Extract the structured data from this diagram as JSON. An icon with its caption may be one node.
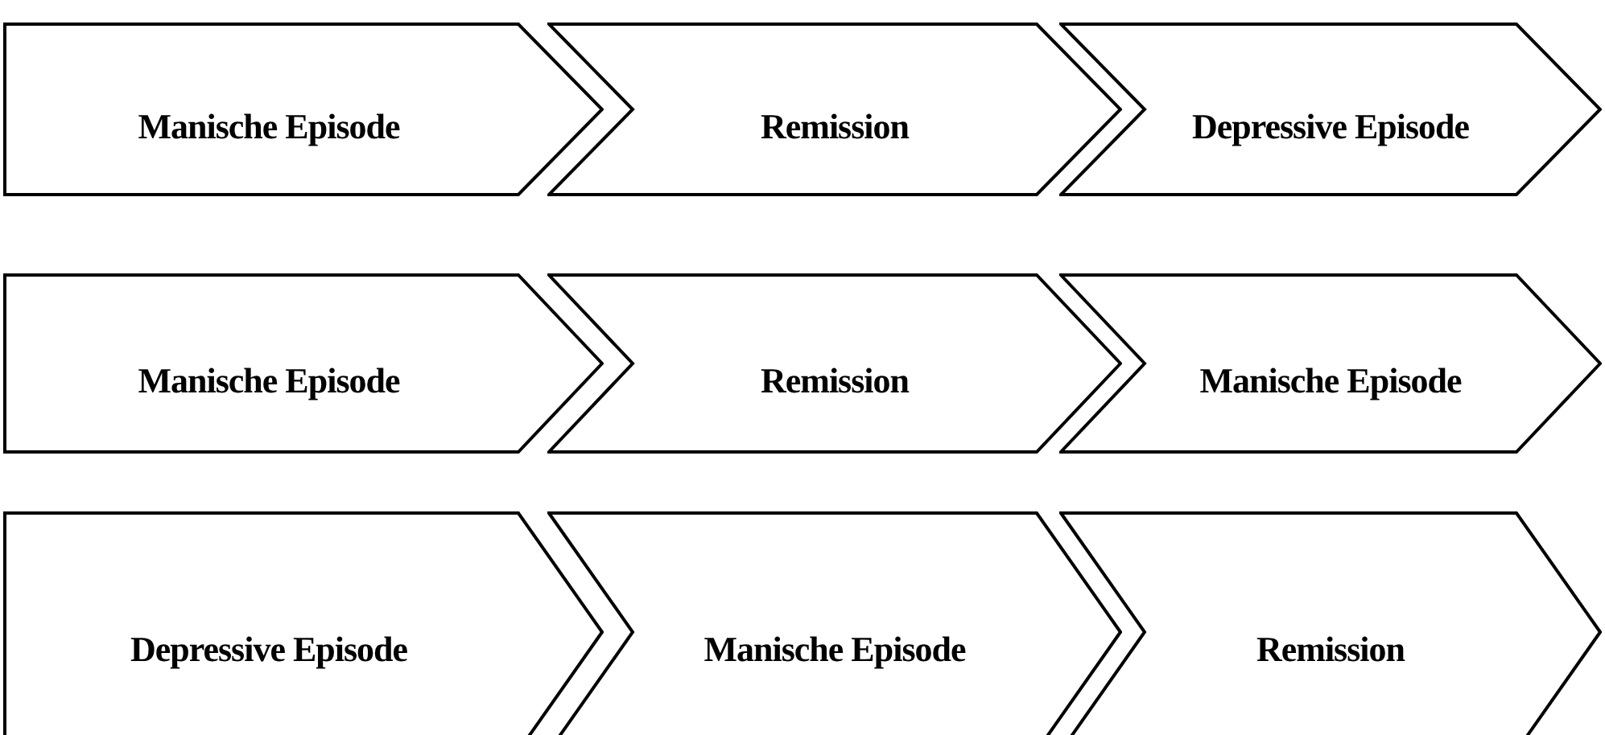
{
  "diagram": {
    "nodes": [
      {
        "text": [
          "Manische Episode"
        ]
      },
      {
        "text": [
          "Remission"
        ]
      },
      {
        "text": [
          "Depressive Episode"
        ]
      },
      {
        "text": [
          "Manische Episode"
        ]
      },
      {
        "text": [
          "Remission"
        ]
      },
      {
        "text": [
          "Manische Episode"
        ]
      },
      {
        "text": [
          "Depressive Episode"
        ]
      },
      {
        "text": [
          "Manische Episode"
        ]
      },
      {
        "text": [
          "Remission"
        ]
      }
    ]
  }
}
